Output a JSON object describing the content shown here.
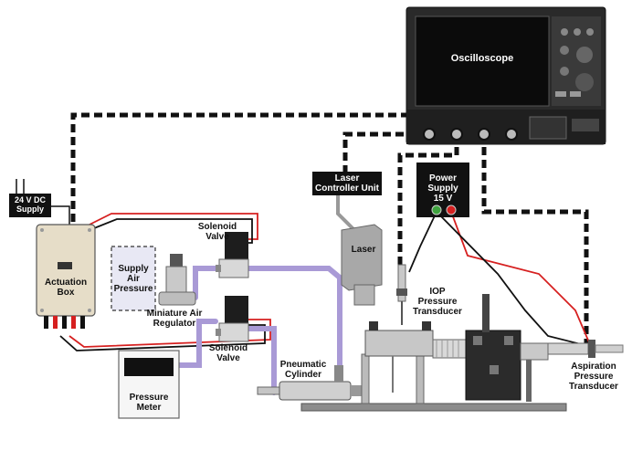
{
  "labels": {
    "oscilloscope": "Oscilloscope",
    "dc_supply": "24 V DC\nSupply",
    "actuation_box": "Actuation\nBox",
    "supply_air_pressure": "Supply\nAir\nPressure",
    "solenoid_valve_top": "Solenoid\nValve",
    "miniature_air_regulator": "Miniature Air\nRegulator",
    "solenoid_valve_bottom": "Solenoid\nValve",
    "pressure_meter": "Pressure\nMeter",
    "pneumatic_cylinder": "Pneumatic\nCylinder",
    "laser_controller_unit": "Laser\nController Unit",
    "laser": "Laser",
    "power_supply": "Power\nSupply\n15 V",
    "iop_pressure_transducer": "IOP\nPressure\nTransducer",
    "aspiration_pressure_transducer": "Aspiration\nPressure\nTransducer"
  },
  "colors": {
    "signal_cable": "#111111",
    "air_tube": "#a99ad6",
    "wire_red": "#d62020",
    "wire_black": "#111111",
    "device_gray": "#b8b8b8",
    "actuation_box": "#e6ddc8"
  }
}
